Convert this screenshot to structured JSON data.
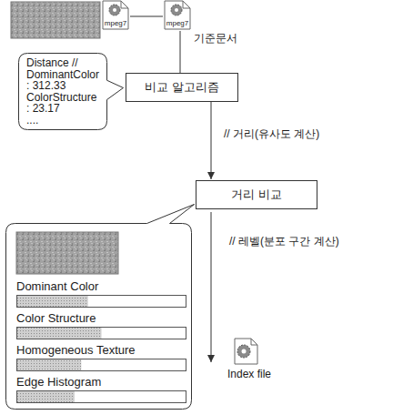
{
  "diagram": {
    "nodes": [
      {
        "text": [
          "Distance //",
          "DominantColor",
          ": 312.33",
          "ColorStructure",
          ": 23.17",
          "...."
        ]
      },
      {
        "text": [
          "비교 알고리즘"
        ]
      },
      {
        "text": [
          "거리 비교"
        ]
      },
      {
        "text": [
          "Dominant Color",
          "Color Structure",
          "Homogeneous Texture",
          "Edge Histogram"
        ]
      }
    ],
    "edges": [
      {
        "from": 1,
        "to": 2,
        "arrow": "to",
        "label": "// 거리(유사도 계산)"
      }
    ],
    "labels": [
      "mpeg7",
      "mpeg7",
      "기준문서",
      "// 레벨(분포 구간 계산)",
      "Index file"
    ]
  }
}
